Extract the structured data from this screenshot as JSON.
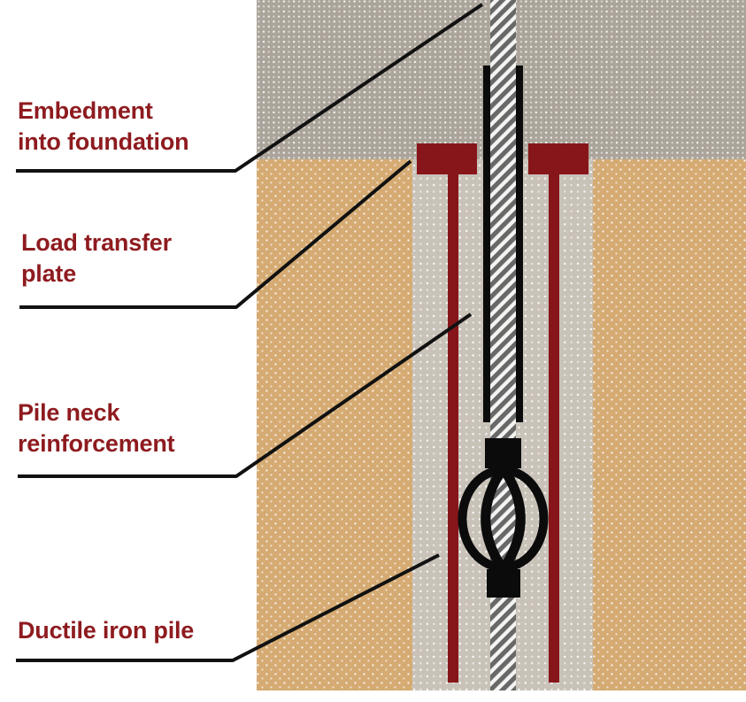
{
  "title": "Ductile iron pile installation diagram",
  "palette": {
    "label_red": "#8e1b1f",
    "shape_red": "#87161a",
    "foundation_gray": "#aba49a",
    "pile_column_gray": "#c9c2b9",
    "soil_tan": "#d5ab73",
    "leader_black": "#111111",
    "rod_dark_stripe": "#686868",
    "rod_light_stripe": "#f4f4f2"
  },
  "labels": {
    "embedment": {
      "line1": "Embedment",
      "line2": "into foundation"
    },
    "load_transfer": {
      "line1": "Load transfer",
      "line2": "plate"
    },
    "pile_neck": {
      "line1": "Pile neck",
      "line2": "reinforcement"
    },
    "ductile_iron": {
      "line1": "Ductile iron pile"
    }
  },
  "diagram": {
    "layers": [
      "foundation-concrete",
      "soil",
      "drilled-pile-column"
    ],
    "parts": [
      "threaded-rod",
      "pile-neck-reinforcement-bars",
      "load-transfer-plates",
      "pile-wall-bars",
      "bulb-anchor"
    ]
  }
}
